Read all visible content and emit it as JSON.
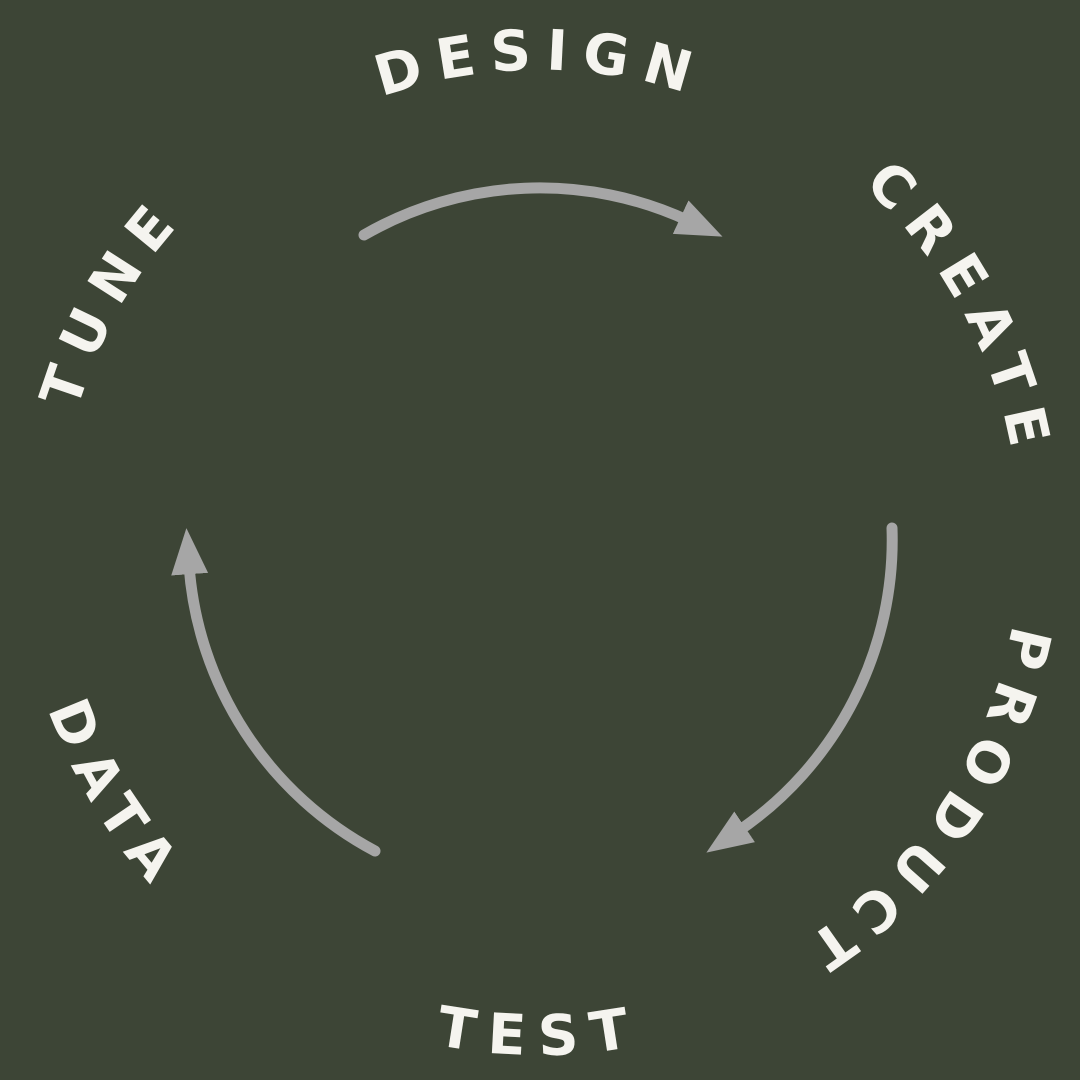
{
  "diagram": {
    "type": "cycle",
    "background_color": "#3d4536",
    "text_color": "#f5f4ef",
    "arrow_color": "#a6a6a6",
    "labels": [
      {
        "id": "design",
        "text": "DESIGN",
        "position": "top"
      },
      {
        "id": "create",
        "text": "CREATE",
        "position": "upper-right"
      },
      {
        "id": "product",
        "text": "PRODUCT",
        "position": "lower-right"
      },
      {
        "id": "test",
        "text": "TEST",
        "position": "bottom"
      },
      {
        "id": "data",
        "text": "DATA",
        "position": "lower-left"
      },
      {
        "id": "tune",
        "text": "TUNE",
        "position": "upper-left"
      }
    ],
    "cycle_order": [
      "DESIGN",
      "CREATE",
      "PRODUCT",
      "TEST",
      "DATA",
      "TUNE"
    ],
    "arrows": [
      {
        "name": "arrow-top",
        "from": "TUNE/DESIGN side",
        "to": "CREATE side",
        "direction": "clockwise"
      },
      {
        "name": "arrow-right",
        "from": "CREATE side",
        "to": "TEST side",
        "direction": "clockwise"
      },
      {
        "name": "arrow-left",
        "from": "TEST side",
        "to": "TUNE side",
        "direction": "clockwise"
      }
    ]
  }
}
